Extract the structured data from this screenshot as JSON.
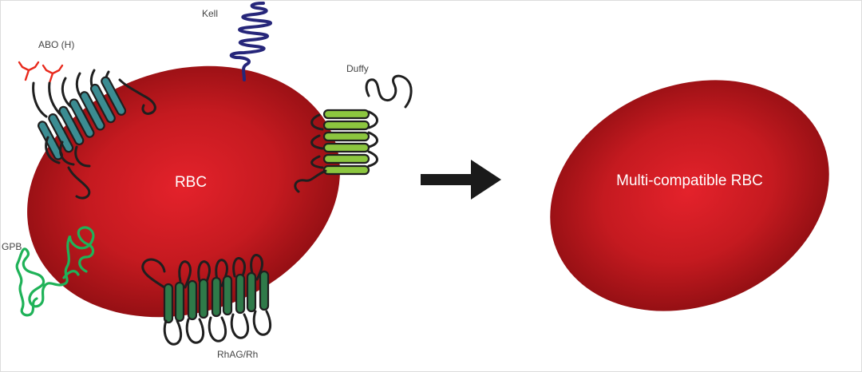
{
  "labels": {
    "kell": "Kell",
    "abo": "ABO (H)",
    "duffy": "Duffy",
    "rbc": "RBC",
    "gpb": "GPB",
    "rhag": "RhAG/Rh",
    "multi": "Multi-compatible RBC"
  },
  "colors": {
    "cell_core": "#e4222b",
    "cell_edge": "#8e0e12",
    "teal": "#3b8c92",
    "lime": "#8cc63f",
    "dark_green": "#2f7a49",
    "navy": "#26267a",
    "green_chain": "#1fb258",
    "red_glycan": "#e8291c",
    "arrow": "#1a1a1a"
  },
  "icons": {
    "arrow": "right-arrow-icon"
  }
}
